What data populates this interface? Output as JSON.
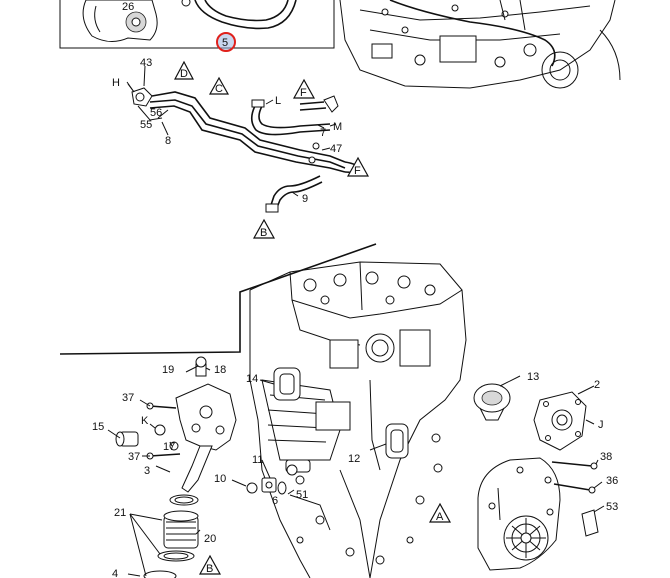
{
  "callouts": {
    "c26": "26",
    "c5": "5",
    "c43": "43",
    "cH": "H",
    "cD": "D",
    "cC": "C",
    "cF1": "F",
    "cL": "L",
    "c56": "56",
    "c55": "55",
    "c8": "8",
    "c7": "7",
    "cM": "M",
    "c47": "47",
    "cF2": "F",
    "c9": "9",
    "cB1": "B",
    "c13": "13",
    "c2": "2",
    "cJ": "J",
    "c19": "19",
    "c18": "18",
    "c14": "14",
    "c37a": "37",
    "cK": "K",
    "c15": "15",
    "c17": "17",
    "c37b": "37",
    "c3": "3",
    "c10": "10",
    "c11": "11",
    "c6": "6",
    "c51": "51",
    "c12": "12",
    "c38": "38",
    "c36": "36",
    "c53": "53",
    "cA": "A",
    "c21": "21",
    "c20": "20",
    "c4": "4",
    "cB2": "B"
  },
  "highlight": {
    "part": "5",
    "color": "#e0201b"
  }
}
